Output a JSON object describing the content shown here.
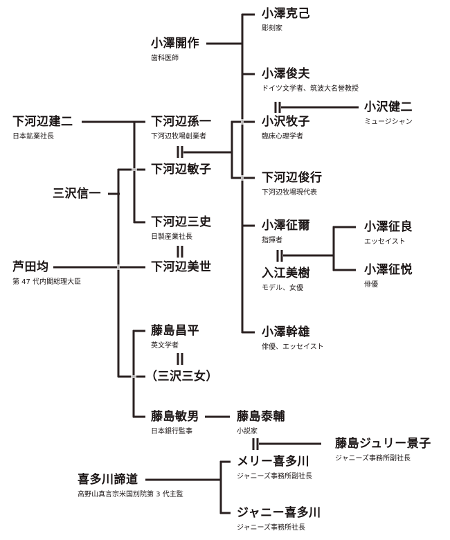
{
  "diagram": {
    "type": "family-tree",
    "people": {
      "ozawa_katsumi": {
        "name": "小澤克己",
        "role": "彫刻家"
      },
      "ozawa_kaisaku": {
        "name": "小澤開作",
        "role": "歯科医師"
      },
      "ozawa_toshio": {
        "name": "小澤俊夫",
        "role": "ドイツ文学者、筑波大名誉教授"
      },
      "ozawa_kenji": {
        "name": "小沢健二",
        "role": "ミュージシャン"
      },
      "ozawa_makiko": {
        "name": "小沢牧子",
        "role": "臨床心理学者"
      },
      "shimokobe_kenji": {
        "name": "下河辺建二",
        "role": "日本鉱業社長"
      },
      "shimokobe_magoichi": {
        "name": "下河辺孫一",
        "role": "下河辺牧場創業者"
      },
      "shimokobe_toshiko": {
        "name": "下河辺敏子",
        "role": ""
      },
      "shimokobe_toshiyuki": {
        "name": "下河辺俊行",
        "role": "下河辺牧場現代表"
      },
      "misawa_shinichi": {
        "name": "三沢信一",
        "role": ""
      },
      "shimokobe_sanshi": {
        "name": "下河辺三史",
        "role": "日製産業社長"
      },
      "shimokobe_miyo": {
        "name": "下河辺美世",
        "role": ""
      },
      "ashida_hitoshi": {
        "name": "芦田均",
        "role": "第 47 代内閣総理大臣"
      },
      "ozawa_seiji": {
        "name": "小澤征爾",
        "role": "指揮者"
      },
      "irie_miki": {
        "name": "入江美樹",
        "role": "モデル、女優"
      },
      "ozawa_seira": {
        "name": "小澤征良",
        "role": "エッセイスト"
      },
      "ozawa_yukiyoshi": {
        "name": "小澤征悦",
        "role": "俳優"
      },
      "ozawa_mikio": {
        "name": "小澤幹雄",
        "role": "俳優、エッセイスト"
      },
      "fujishima_shohei": {
        "name": "藤島昌平",
        "role": "英文学者"
      },
      "misawa_sanjo": {
        "name": "（三沢三女）",
        "role": ""
      },
      "fujishima_toshio": {
        "name": "藤島敏男",
        "role": "日本銀行監事"
      },
      "fujishima_taisuke": {
        "name": "藤島泰輔",
        "role": "小説家"
      },
      "fujishima_julie": {
        "name": "藤島ジュリー景子",
        "role": "ジャニーズ事務所副社長"
      },
      "mary_kitagawa": {
        "name": "メリー喜多川",
        "role": "ジャニーズ事務所副社長"
      },
      "kitagawa_taido": {
        "name": "喜多川諦道",
        "role": "高野山真言宗米国別院第 3 代主監"
      },
      "johnny_kitagawa": {
        "name": "ジャニー喜多川",
        "role": "ジャニーズ事務所社長"
      }
    },
    "line_color": "#2a2020"
  }
}
